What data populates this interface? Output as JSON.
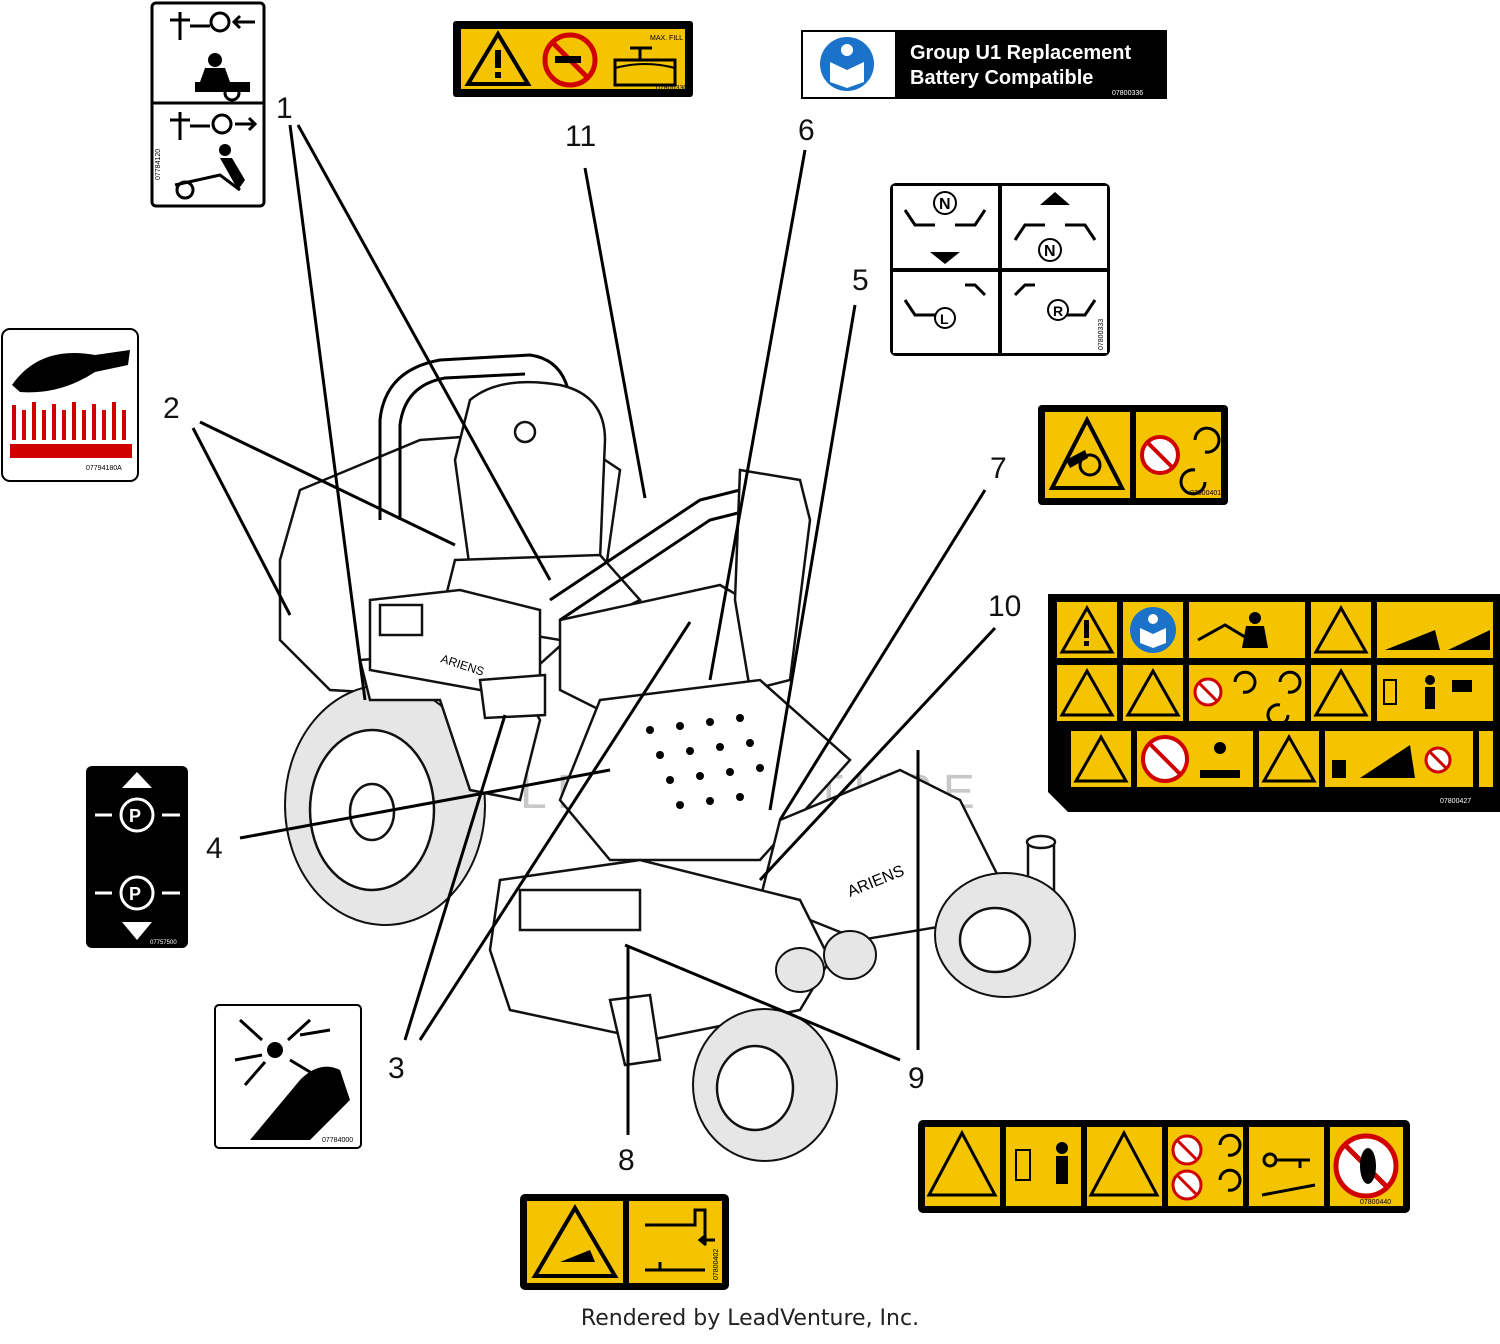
{
  "callouts": [
    {
      "id": "1",
      "label": "1"
    },
    {
      "id": "2",
      "label": "2"
    },
    {
      "id": "3",
      "label": "3"
    },
    {
      "id": "4",
      "label": "4"
    },
    {
      "id": "5",
      "label": "5"
    },
    {
      "id": "6",
      "label": "6"
    },
    {
      "id": "7",
      "label": "7"
    },
    {
      "id": "8",
      "label": "8"
    },
    {
      "id": "9",
      "label": "9"
    },
    {
      "id": "10",
      "label": "10"
    },
    {
      "id": "11",
      "label": "11"
    }
  ],
  "decals": {
    "battery": {
      "line1": "Group U1 Replacement",
      "line2": "Battery Compatible",
      "part": "07800336"
    },
    "fuel": {
      "maxfill": "MAX. FILL",
      "part": "07800330"
    },
    "hot_surface": {
      "part": "07794180A"
    },
    "park_brake": {
      "part": "07757500"
    },
    "blade": {
      "part": "07784000"
    },
    "rollover": {
      "part": "07800427"
    },
    "pto": {
      "part": "07800401"
    },
    "deck": {
      "part": "07800440"
    },
    "chute": {
      "part": "07800402"
    },
    "bypass": {
      "part": "07784120"
    },
    "steering": {
      "n": "N",
      "l": "L",
      "r": "R",
      "part": "07800333"
    }
  },
  "watermark": "LEADVENTURE",
  "brand": "ARIENS",
  "footer": "Rendered by LeadVenture, Inc."
}
